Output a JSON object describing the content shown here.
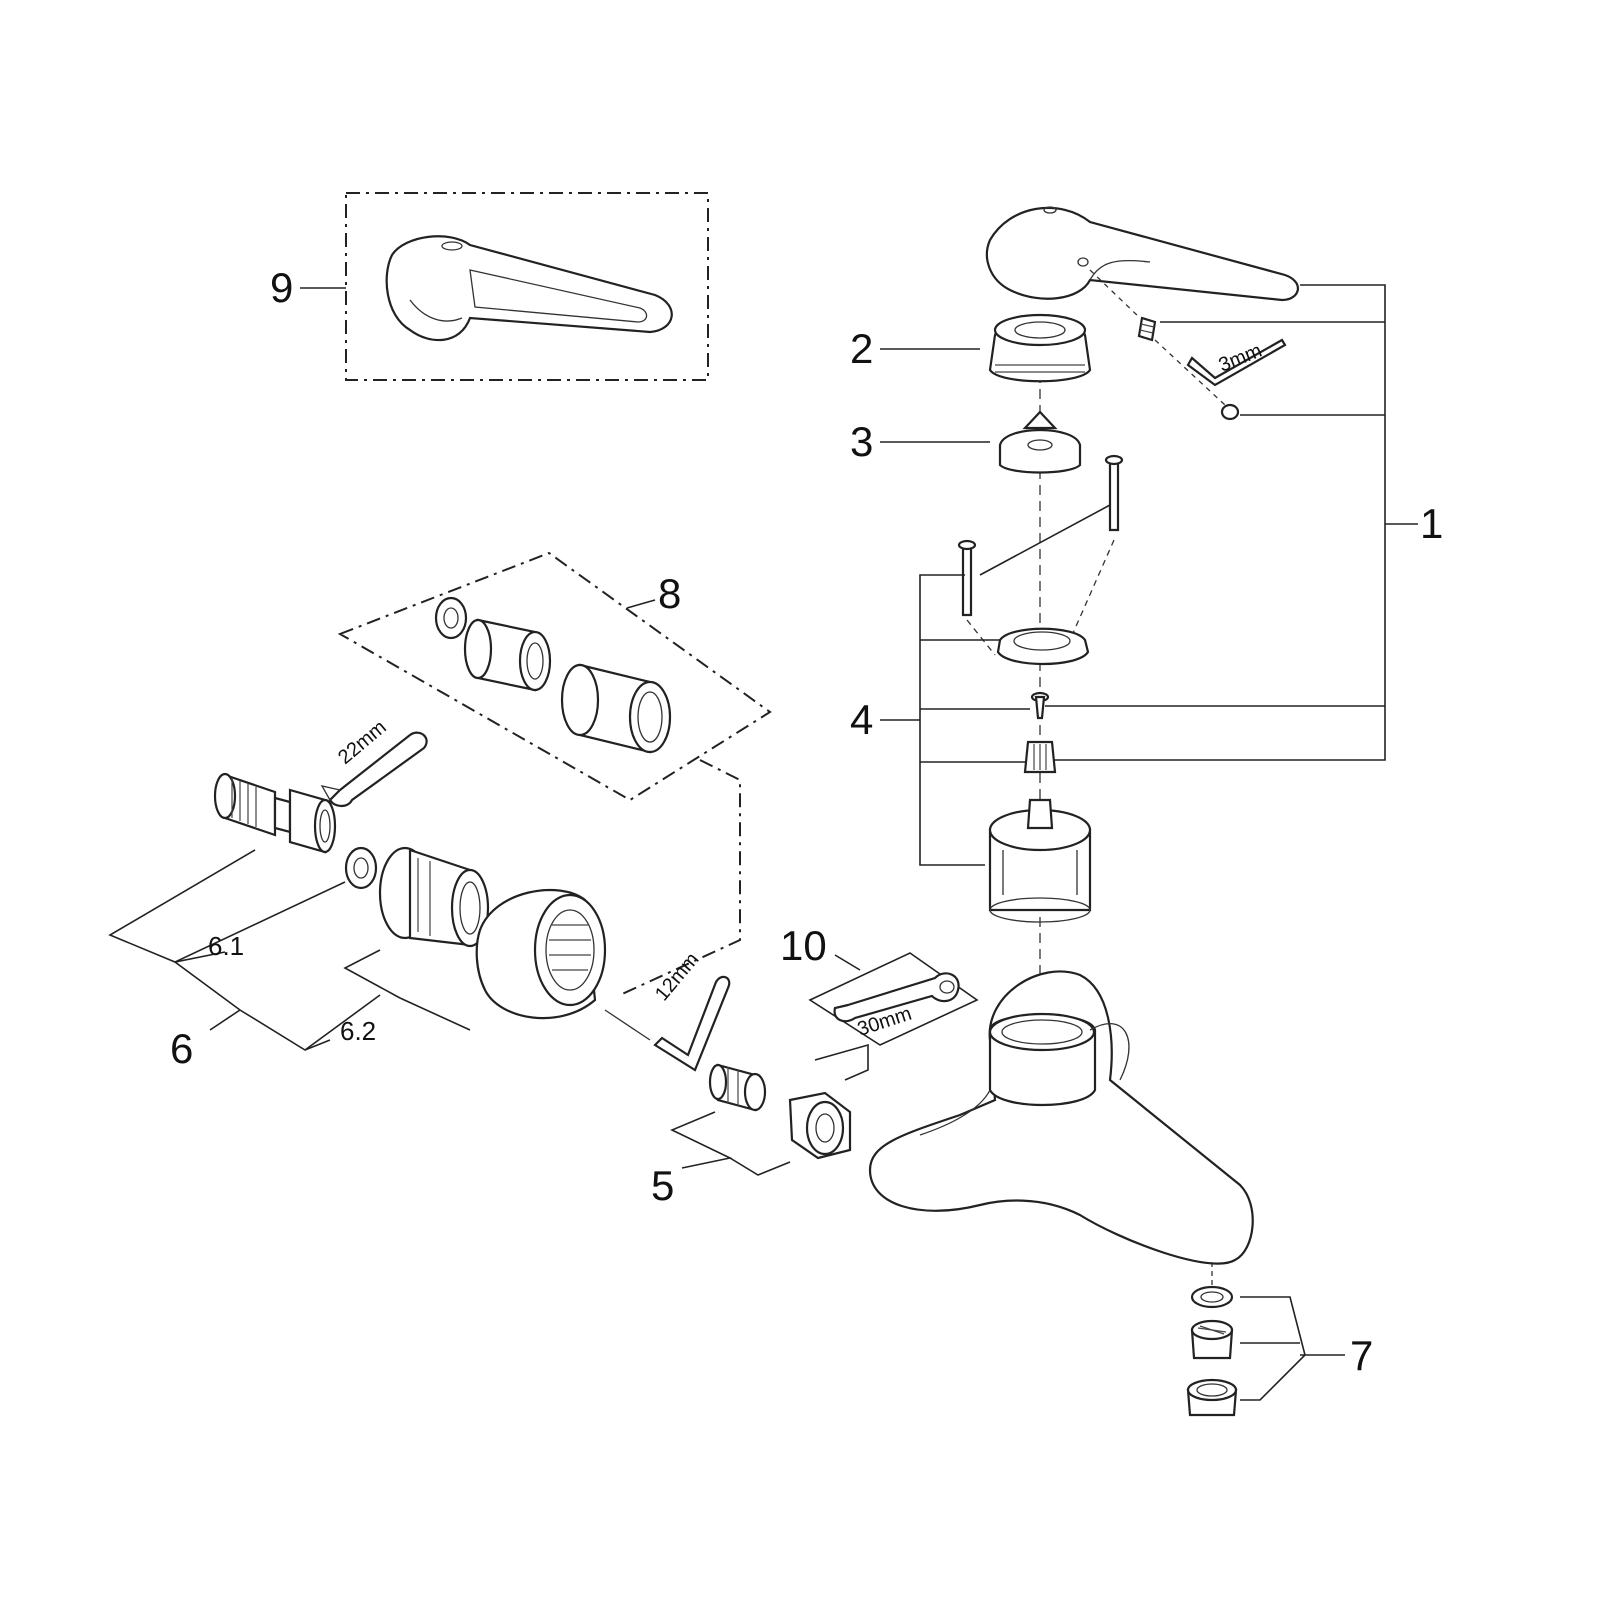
{
  "callouts": {
    "c1": "1",
    "c2": "2",
    "c3": "3",
    "c4": "4",
    "c5": "5",
    "c6": "6",
    "c6_1": "6.1",
    "c6_2": "6.2",
    "c7": "7",
    "c8": "8",
    "c9": "9",
    "c10": "10"
  },
  "tool_sizes": {
    "hex_key_small": "3mm",
    "hex_key_large": "12mm",
    "wrench_22": "22mm",
    "wrench_30": "30mm"
  }
}
